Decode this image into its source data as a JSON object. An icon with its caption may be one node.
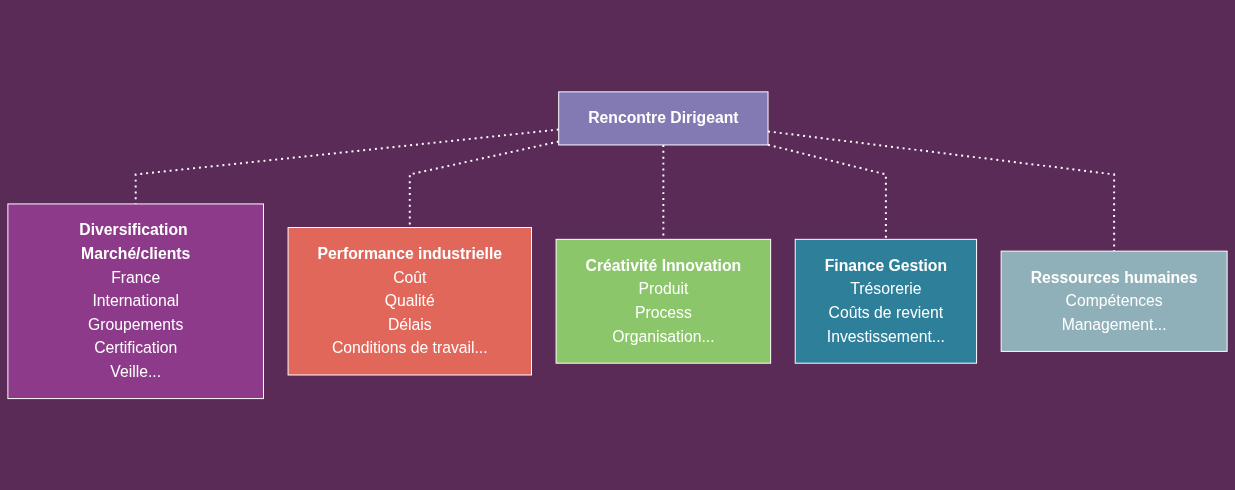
{
  "diagram": {
    "nodes": [
      {
        "text": [
          "Rencontre Dirigeant"
        ]
      },
      {
        "text": [
          "Diversification Marché/clients",
          "France",
          "International",
          "Groupements",
          "Certification",
          "Veille..."
        ]
      },
      {
        "text": [
          "Performance industrielle",
          "Coût",
          "Qualité",
          "Délais",
          "Conditions de travail..."
        ]
      },
      {
        "text": [
          "Créativité Innovation",
          "Produit",
          "Process",
          "Organisation..."
        ]
      },
      {
        "text": [
          "Finance Gestion",
          "Trésorerie",
          "Coûts de revient",
          "Investissement..."
        ]
      },
      {
        "text": [
          "Ressources humaines",
          "Compétences",
          "Management..."
        ]
      }
    ],
    "edges": [
      {
        "from": 0,
        "to": 1,
        "arrow": "none",
        "style": "dashed"
      },
      {
        "from": 0,
        "to": 2,
        "arrow": "none",
        "style": "dashed"
      },
      {
        "from": 0,
        "to": 3,
        "arrow": "none",
        "style": "dashed"
      },
      {
        "from": 0,
        "to": 4,
        "arrow": "none",
        "style": "dashed"
      },
      {
        "from": 0,
        "to": 5,
        "arrow": "none",
        "style": "dashed"
      }
    ]
  }
}
